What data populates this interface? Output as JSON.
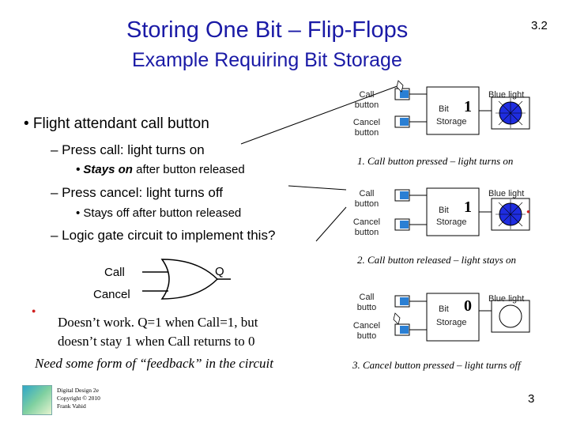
{
  "slide": {
    "title": "Storing One Bit – Flip-Flops",
    "subtitle": "Example Requiring Bit Storage",
    "section_number": "3.2",
    "page_number": "3"
  },
  "bullets": {
    "main": "• Flight attendant call button",
    "press_call": "– Press call: light turns on",
    "stays_on_bold": "• Stays on",
    "stays_on_rest": " after button released",
    "press_cancel": "– Press cancel: light turns off",
    "stays_off": "• Stays off after button released",
    "logic_gate": "– Logic gate circuit to implement this?"
  },
  "circuit": {
    "call_label": "Call",
    "cancel_label": "Cancel",
    "q_label": "Q"
  },
  "note": {
    "line1": "Doesn’t work. Q=1 when Call=1, but",
    "line2": "doesn’t stay 1 when Call returns to 0",
    "line3": "Need some form of “feedback” in the circuit"
  },
  "panels": [
    {
      "call": "Call",
      "button": "button",
      "cancel": "Cancel",
      "bit": "Bit",
      "storage": "Storage",
      "value": "1",
      "light": "Blue light",
      "caption": "1. Call button pressed – light turns on"
    },
    {
      "call": "Call",
      "button": "button",
      "cancel": "Cancel",
      "bit": "Bit",
      "storage": "Storage",
      "value": "1",
      "light": "Blue light",
      "caption": "2. Call button released – light stays on"
    },
    {
      "call": "Call",
      "button": "butto",
      "cancel": "Cancel",
      "bit": "Bit",
      "storage": "Storage",
      "value": "0",
      "light": "Blue light",
      "caption": "3. Cancel button pressed – light turns off"
    }
  ],
  "footer": {
    "line1": "Digital Design 2e",
    "line2": "Copyright © 2010",
    "line3": "Frank Vahid"
  },
  "colors": {
    "title": "#1a1aa6",
    "light_on": "#1f2de0",
    "light_off": "#ffffff",
    "button_blue": "#2a7fd4"
  }
}
